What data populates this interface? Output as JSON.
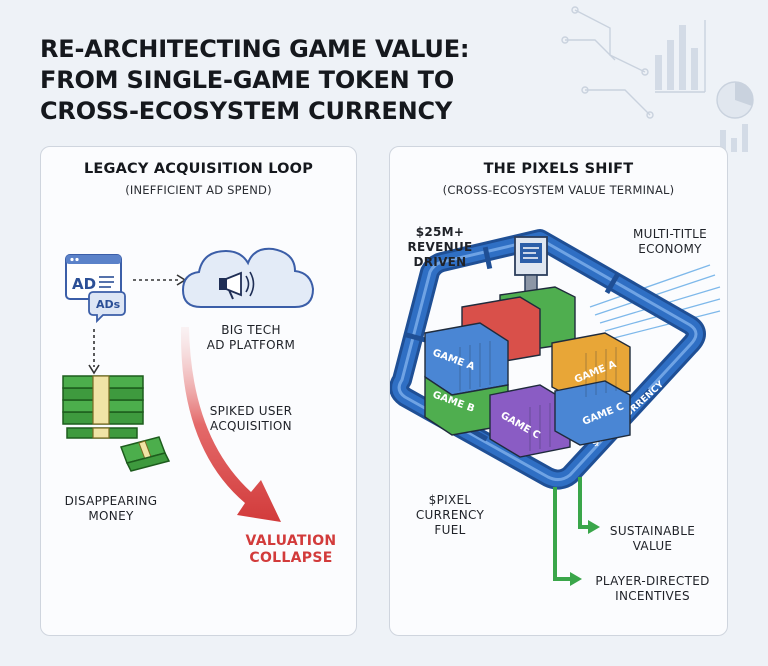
{
  "title": {
    "line1": "RE-ARCHITECTING GAME VALUE:",
    "line2": "FROM SINGLE-GAME TOKEN TO",
    "line3": "CROSS-ECOSYSTEM CURRENCY"
  },
  "legacy": {
    "heading": "LEGACY ACQUISITION LOOP",
    "subheading": "(INEFFICIENT AD SPEND)",
    "ad_window_text": "AD",
    "ads_bubble_text": "ADs",
    "platform_label": [
      "BIG TECH",
      "AD PLATFORM"
    ],
    "spike_label": [
      "SPIKED USER",
      "ACQUISITION"
    ],
    "money_label": [
      "DISAPPEARING",
      "MONEY"
    ],
    "collapse_label": [
      "VALUATION",
      "COLLAPSE"
    ]
  },
  "pixels": {
    "heading": "THE PIXELS SHIFT",
    "subheading": "(CROSS-ECOSYSTEM VALUE TERMINAL)",
    "revenue_label": [
      "$25M+",
      "REVENUE",
      "DRIVEN"
    ],
    "economy_label": [
      "MULTI-TITLE",
      "ECONOMY"
    ],
    "fuel_label": [
      "$PIXEL",
      "CURRENCY",
      "FUEL"
    ],
    "sustainable_label": [
      "SUSTAINABLE",
      "VALUE"
    ],
    "incentives_label": [
      "PLAYER-DIRECTED",
      "INCENTIVES"
    ],
    "pipe_text": "$PIXEL CURRENCY",
    "containers": {
      "blue_left": "GAME A",
      "green_left": "GAME B",
      "purple": "GAME C",
      "orange": "GAME A",
      "blue_right": "GAME C"
    }
  },
  "colors": {
    "red_accent": "#d23b3b",
    "pipe_blue": "#2f6fc4",
    "arrow_green": "#3aa64a",
    "container_blue": "#4a86d4",
    "container_red": "#d9504a",
    "container_green": "#4fae4f",
    "container_orange": "#e8a637",
    "container_purple": "#8a5cc4"
  }
}
